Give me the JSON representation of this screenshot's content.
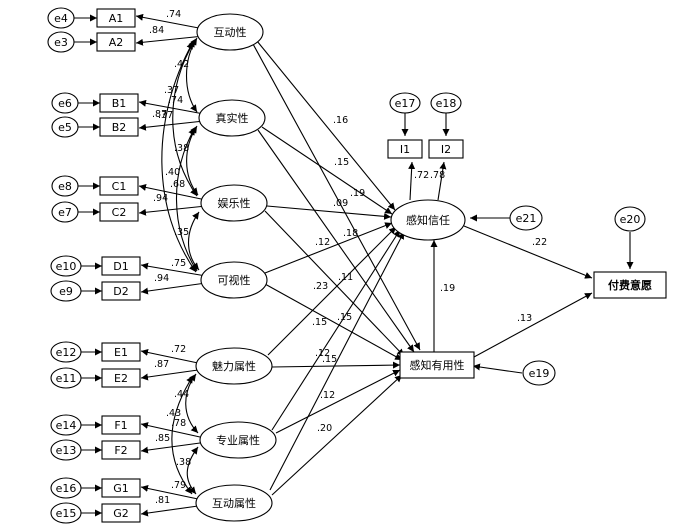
{
  "errors_indicators": [
    {
      "id": "e4",
      "label": "e4"
    },
    {
      "id": "e3",
      "label": "e3"
    },
    {
      "id": "e6",
      "label": "e6"
    },
    {
      "id": "e5",
      "label": "e5"
    },
    {
      "id": "e8",
      "label": "e8"
    },
    {
      "id": "e7",
      "label": "e7"
    },
    {
      "id": "e10",
      "label": "e10"
    },
    {
      "id": "e9",
      "label": "e9"
    },
    {
      "id": "e12",
      "label": "e12"
    },
    {
      "id": "e11",
      "label": "e11"
    },
    {
      "id": "e14",
      "label": "e14"
    },
    {
      "id": "e13",
      "label": "e13"
    },
    {
      "id": "e16",
      "label": "e16"
    },
    {
      "id": "e15",
      "label": "e15"
    }
  ],
  "indicators": [
    {
      "id": "A1",
      "label": "A1"
    },
    {
      "id": "A2",
      "label": "A2"
    },
    {
      "id": "B1",
      "label": "B1"
    },
    {
      "id": "B2",
      "label": "B2"
    },
    {
      "id": "C1",
      "label": "C1"
    },
    {
      "id": "C2",
      "label": "C2"
    },
    {
      "id": "D1",
      "label": "D1"
    },
    {
      "id": "D2",
      "label": "D2"
    },
    {
      "id": "E1",
      "label": "E1"
    },
    {
      "id": "E2",
      "label": "E2"
    },
    {
      "id": "F1",
      "label": "F1"
    },
    {
      "id": "F2",
      "label": "F2"
    },
    {
      "id": "G1",
      "label": "G1"
    },
    {
      "id": "G2",
      "label": "G2"
    },
    {
      "id": "I1",
      "label": "I1"
    },
    {
      "id": "I2",
      "label": "I2"
    }
  ],
  "latents": [
    {
      "id": "hudong",
      "label": "互动性"
    },
    {
      "id": "zhenshi",
      "label": "真实性"
    },
    {
      "id": "yule",
      "label": "娱乐性"
    },
    {
      "id": "keshi",
      "label": "可视性"
    },
    {
      "id": "meili",
      "label": "魅力属性"
    },
    {
      "id": "zhuanye",
      "label": "专业属性"
    },
    {
      "id": "hudongshu",
      "label": "互动属性"
    },
    {
      "id": "trust",
      "label": "感知信任"
    },
    {
      "id": "useful",
      "label": "感知有用性"
    }
  ],
  "outcome": {
    "id": "pay",
    "label": "付费意愿"
  },
  "structural_errors": [
    {
      "id": "e17",
      "label": "e17"
    },
    {
      "id": "e18",
      "label": "e18"
    },
    {
      "id": "e20",
      "label": "e20"
    },
    {
      "id": "e21",
      "label": "e21"
    },
    {
      "id": "e19",
      "label": "e19"
    }
  ],
  "loadings": [
    {
      "id": "l_A1",
      "value": ".74"
    },
    {
      "id": "l_A2",
      "value": ".84"
    },
    {
      "id": "l_B1",
      "value": ".74"
    },
    {
      "id": "l_B2",
      "value": ".87"
    },
    {
      "id": "l_C1",
      "value": ".68"
    },
    {
      "id": "l_C2",
      "value": ".94"
    },
    {
      "id": "l_D1",
      "value": ".75"
    },
    {
      "id": "l_D2",
      "value": ".94"
    },
    {
      "id": "l_E1",
      "value": ".72"
    },
    {
      "id": "l_E2",
      "value": ".87"
    },
    {
      "id": "l_F1",
      "value": ".78"
    },
    {
      "id": "l_F2",
      "value": ".85"
    },
    {
      "id": "l_G1",
      "value": ".79"
    },
    {
      "id": "l_G2",
      "value": ".81"
    },
    {
      "id": "l_I1",
      "value": ".72"
    },
    {
      "id": "l_I2",
      "value": ".78"
    }
  ],
  "covariances": [
    {
      "id": "c1",
      "value": ".42"
    },
    {
      "id": "c2",
      "value": ".37"
    },
    {
      "id": "c3",
      "value": ".37"
    },
    {
      "id": "c4",
      "value": ".38"
    },
    {
      "id": "c5",
      "value": ".40"
    },
    {
      "id": "c6",
      "value": ".35"
    },
    {
      "id": "c7",
      "value": ".44"
    },
    {
      "id": "c8",
      "value": ".43"
    },
    {
      "id": "c9",
      "value": ".38"
    }
  ],
  "paths": [
    {
      "id": "p1",
      "value": ".16"
    },
    {
      "id": "p2",
      "value": ".15"
    },
    {
      "id": "p3",
      "value": ".19"
    },
    {
      "id": "p4",
      "value": ".09"
    },
    {
      "id": "p5",
      "value": ".18"
    },
    {
      "id": "p6",
      "value": ".12"
    },
    {
      "id": "p7",
      "value": ".11"
    },
    {
      "id": "p8",
      "value": ".23"
    },
    {
      "id": "p9",
      "value": ".15"
    },
    {
      "id": "p10",
      "value": ".15"
    },
    {
      "id": "p11",
      "value": ".12"
    },
    {
      "id": "p12",
      "value": ".15"
    },
    {
      "id": "p13",
      "value": ".12"
    },
    {
      "id": "p14",
      "value": ".20"
    },
    {
      "id": "p15",
      "value": ".19"
    },
    {
      "id": "p16",
      "value": ".22"
    },
    {
      "id": "p17",
      "value": ".13"
    }
  ]
}
